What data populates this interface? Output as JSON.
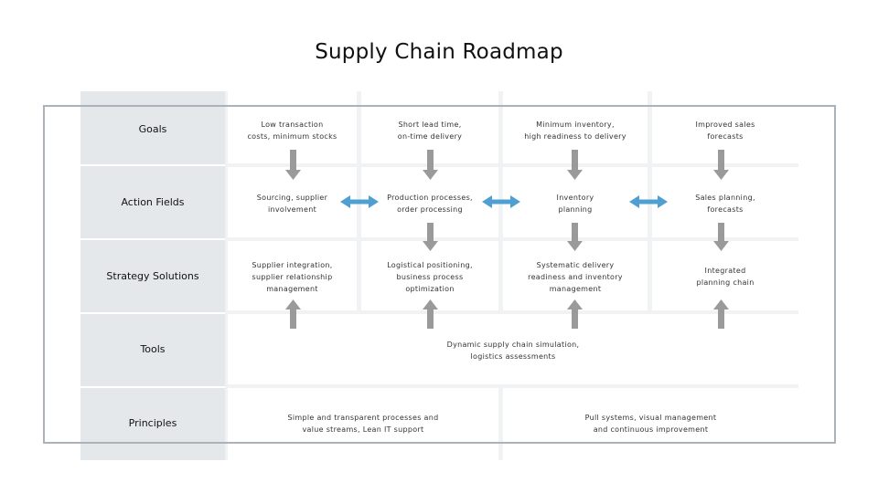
{
  "title": "Supply Chain Roadmap",
  "row_labels": {
    "goals": "Goals",
    "action_fields": "Action Fields",
    "strategy_solutions": "Strategy Solutions",
    "tools": "Tools",
    "principles": "Principles"
  },
  "goals": [
    {
      "line1": "Low transaction",
      "line2": "costs, minimum stocks"
    },
    {
      "line1": "Short lead time,",
      "line2": "on-time delivery"
    },
    {
      "line1": "Minimum inventory,",
      "line2": "high readiness to delivery"
    },
    {
      "line1": "Improved sales",
      "line2": "forecasts"
    }
  ],
  "action_fields": [
    {
      "line1": "Sourcing, supplier",
      "line2": "involvement"
    },
    {
      "line1": "Production processes,",
      "line2": "order processing"
    },
    {
      "line1": "Inventory",
      "line2": "planning"
    },
    {
      "line1": "Sales planning,",
      "line2": "forecasts"
    }
  ],
  "strategy_solutions": [
    {
      "line1": "Supplier integration,",
      "line2": "supplier relationship",
      "line3": "management"
    },
    {
      "line1": "Logistical positioning,",
      "line2": "business process",
      "line3": "optimization"
    },
    {
      "line1": "Systematic delivery",
      "line2": "readiness and inventory",
      "line3": "management"
    },
    {
      "line1": "Integrated",
      "line2": "planning chain"
    }
  ],
  "tools": {
    "line1": "Dynamic supply chain simulation,",
    "line2": "logistics assessments"
  },
  "principles": [
    {
      "line1": "Simple and transparent processes and",
      "line2": "value streams, Lean IT support"
    },
    {
      "line1": "Pull systems, visual management",
      "line2": "and continuous improvement"
    }
  ],
  "colors": {
    "down_arrow": "#9a9a9a",
    "bidirectional_arrow": "#4f9fd1",
    "frame": "#aab2bb",
    "label_column": "#e5e8eb"
  }
}
